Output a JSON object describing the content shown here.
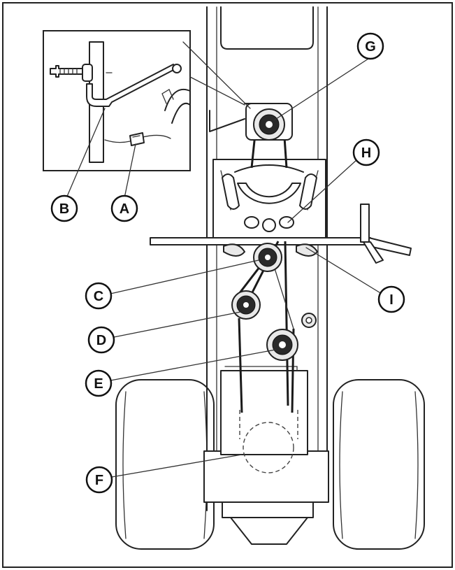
{
  "callouts": {
    "a": "A",
    "b": "B",
    "c": "C",
    "d": "D",
    "e": "E",
    "f": "F",
    "g": "G",
    "h": "H",
    "i": "I"
  }
}
